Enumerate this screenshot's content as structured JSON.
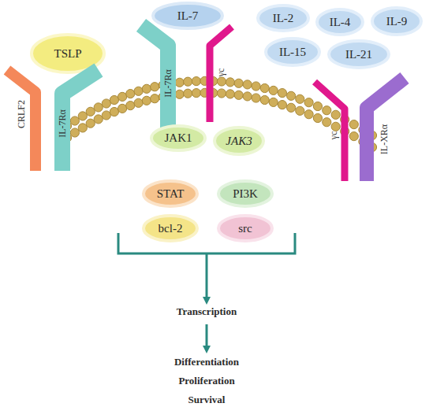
{
  "diagram": {
    "nodes": [
      {
        "text": [
          "TSLP"
        ]
      },
      {
        "text": [
          "IL-7"
        ]
      },
      {
        "text": [
          "IL-2"
        ]
      },
      {
        "text": [
          "IL-4"
        ]
      },
      {
        "text": [
          "IL-9"
        ]
      },
      {
        "text": [
          "IL-15"
        ]
      },
      {
        "text": [
          "IL-21"
        ]
      },
      {
        "text": [
          "CRLF2"
        ]
      },
      {
        "text": [
          "IL-7Rα"
        ]
      },
      {
        "text": [
          "IL-7Rα"
        ]
      },
      {
        "text": [
          "γc"
        ]
      },
      {
        "text": [
          "γc"
        ]
      },
      {
        "text": [
          "IL-XRα"
        ]
      },
      {
        "text": [
          "JAK1"
        ]
      },
      {
        "text": [
          "JAK3"
        ]
      },
      {
        "text": [
          "STAT"
        ]
      },
      {
        "text": [
          "PI3K"
        ]
      },
      {
        "text": [
          "bcl-2"
        ]
      },
      {
        "text": [
          "src"
        ]
      }
    ],
    "labels": [
      "Transcription",
      "Differentiation",
      "Proliferation",
      "Survival"
    ]
  }
}
